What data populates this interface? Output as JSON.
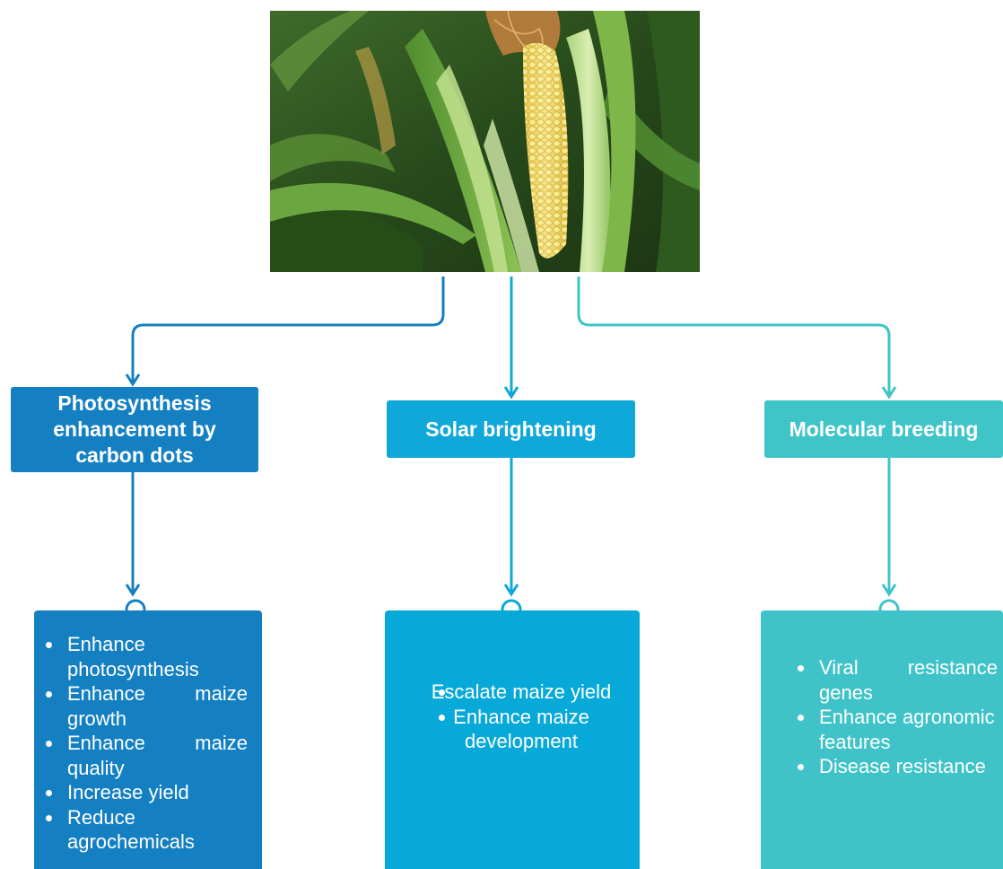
{
  "colors": {
    "branch_1": "#1480c2",
    "branch_2": "#10a8d8",
    "branch_3": "#3fc4c8"
  },
  "image": {
    "subject": "maize-cob-photo"
  },
  "branches": [
    {
      "title_lines": [
        "Photosynthesis",
        "enhancement by",
        "carbon dots"
      ],
      "items": [
        "Enhance photosynthesis",
        "Enhance maize growth",
        "Enhance maize quality",
        "Increase yield",
        "Reduce agrochemicals"
      ]
    },
    {
      "title_lines": [
        "Solar brightening"
      ],
      "items": [
        "Escalate maize yield",
        "Enhance maize development"
      ]
    },
    {
      "title_lines": [
        "Molecular breeding"
      ],
      "items": [
        "Viral resistance genes",
        "Enhance agronomic features",
        "Disease resistance"
      ]
    }
  ]
}
